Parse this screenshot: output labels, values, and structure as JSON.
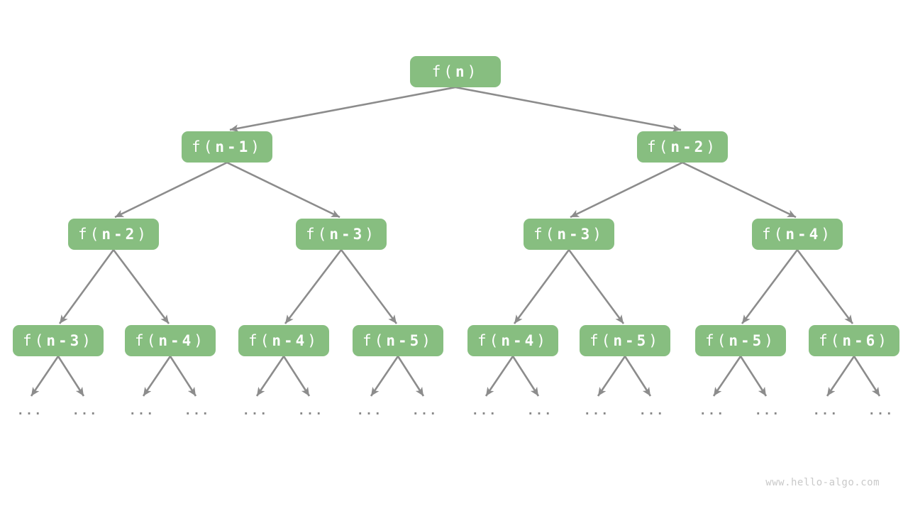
{
  "diagram": {
    "type": "recursion-tree",
    "description": "Recursion tree of f(n) expanding into f(n-1) and f(n-2) subcalls"
  },
  "colors": {
    "node_fill": "#87be80",
    "node_text": "#ffffff",
    "edge_color": "#8c8c8c",
    "ellipsis_color": "#8a8a8a",
    "watermark_color": "#c9c9c9",
    "background": "#ffffff"
  },
  "tree": {
    "nodes": [
      {
        "prefix": "f(",
        "arg": "n",
        "suffix": ")",
        "level": 0,
        "children": [
          1,
          2
        ]
      },
      {
        "prefix": "f(",
        "arg": "n-1",
        "suffix": ")",
        "level": 1,
        "children": [
          3,
          4
        ]
      },
      {
        "prefix": "f(",
        "arg": "n-2",
        "suffix": ")",
        "level": 1,
        "children": [
          5,
          6
        ]
      },
      {
        "prefix": "f(",
        "arg": "n-2",
        "suffix": ")",
        "level": 2,
        "children": [
          7,
          8
        ]
      },
      {
        "prefix": "f(",
        "arg": "n-3",
        "suffix": ")",
        "level": 2,
        "children": [
          9,
          10
        ]
      },
      {
        "prefix": "f(",
        "arg": "n-3",
        "suffix": ")",
        "level": 2,
        "children": [
          11,
          12
        ]
      },
      {
        "prefix": "f(",
        "arg": "n-4",
        "suffix": ")",
        "level": 2,
        "children": [
          13,
          14
        ]
      },
      {
        "prefix": "f(",
        "arg": "n-3",
        "suffix": ")",
        "level": 3,
        "children": []
      },
      {
        "prefix": "f(",
        "arg": "n-4",
        "suffix": ")",
        "level": 3,
        "children": []
      },
      {
        "prefix": "f(",
        "arg": "n-4",
        "suffix": ")",
        "level": 3,
        "children": []
      },
      {
        "prefix": "f(",
        "arg": "n-5",
        "suffix": ")",
        "level": 3,
        "children": []
      },
      {
        "prefix": "f(",
        "arg": "n-4",
        "suffix": ")",
        "level": 3,
        "children": []
      },
      {
        "prefix": "f(",
        "arg": "n-5",
        "suffix": ")",
        "level": 3,
        "children": []
      },
      {
        "prefix": "f(",
        "arg": "n-5",
        "suffix": ")",
        "level": 3,
        "children": []
      },
      {
        "prefix": "f(",
        "arg": "n-6",
        "suffix": ")",
        "level": 3,
        "children": []
      }
    ],
    "ellipses": [
      "...",
      "...",
      "...",
      "...",
      "...",
      "...",
      "...",
      "...",
      "...",
      "...",
      "...",
      "...",
      "...",
      "...",
      "...",
      "..."
    ]
  },
  "watermark": {
    "text": "www.hello-algo.com"
  }
}
